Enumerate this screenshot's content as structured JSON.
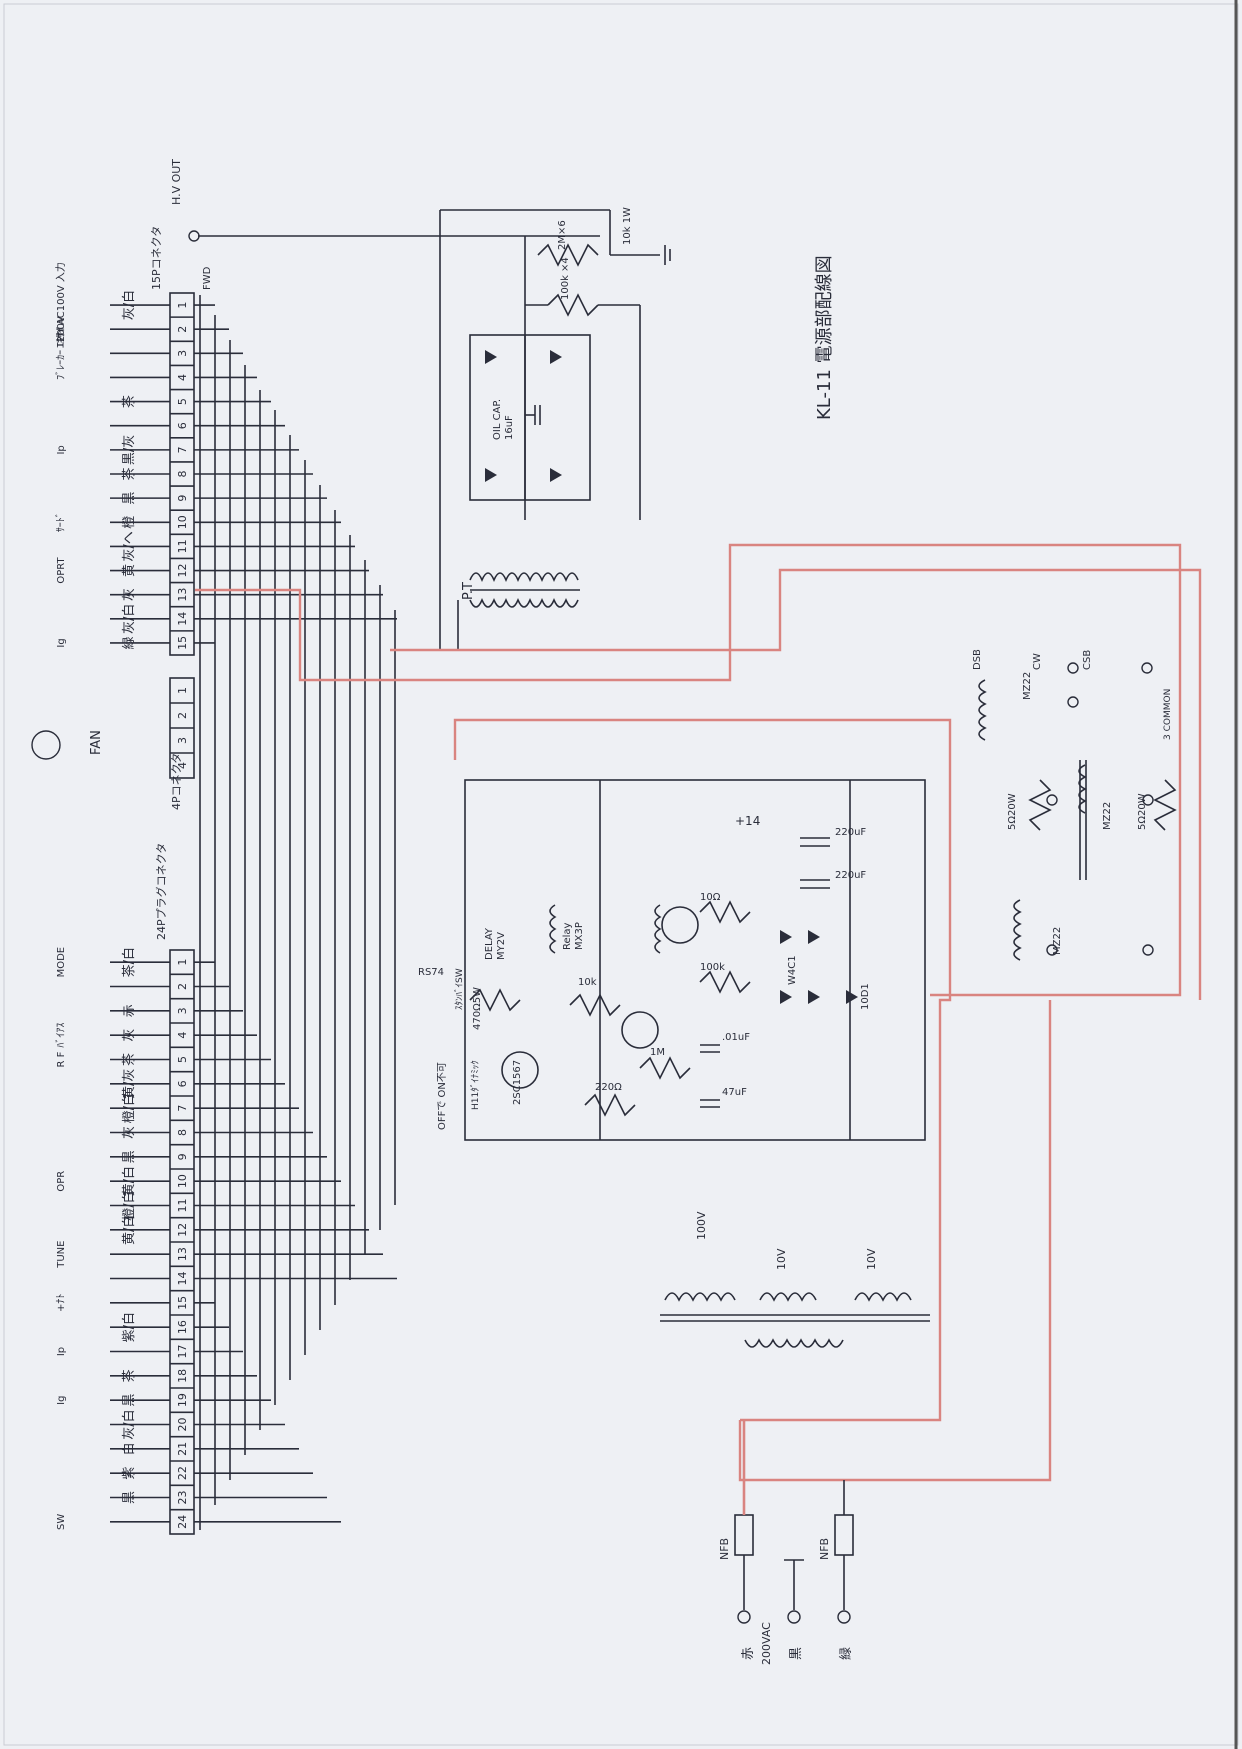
{
  "title": "KL-11 電源部配線図",
  "hv_out": "H.V OUT",
  "connectors": {
    "c15p": {
      "name": "15Pコネクタ",
      "pins": [
        "1",
        "2",
        "3",
        "4",
        "5",
        "6",
        "7",
        "8",
        "9",
        "10",
        "11",
        "12",
        "13",
        "14",
        "15"
      ],
      "tag": "FWD"
    },
    "c4p": {
      "name": "4Pコネクタ",
      "pins": [
        "1",
        "2",
        "3",
        "4"
      ],
      "fan": "FAN"
    },
    "c24p": {
      "name": "24Pプラグコネクタ",
      "label": "24P",
      "pins": [
        "1",
        "2",
        "3",
        "4",
        "5",
        "6",
        "7",
        "8",
        "9",
        "10",
        "11",
        "12",
        "13",
        "14",
        "15",
        "16",
        "17",
        "18",
        "19",
        "20",
        "21",
        "22",
        "23",
        "24"
      ]
    }
  },
  "wire_colors_15p": [
    "灰/白",
    "",
    "",
    "",
    "茶",
    "",
    "黒/灰",
    "茶",
    "黒",
    "橙",
    "灰/ヘ",
    "黄",
    "灰",
    "灰/白",
    "緑"
  ],
  "wire_colors_24p": [
    "茶/白",
    "",
    "赤",
    "灰",
    "茶",
    "黄/灰",
    "橙/白",
    "灰",
    "黒",
    "黄/白",
    "橙/白",
    "黄/白",
    "",
    "",
    "",
    "紫/白",
    "",
    "茶",
    "黒",
    "灰/白",
    "白",
    "紫",
    "黒",
    ""
  ],
  "side_labels_15p": [
    "ｴｷｻｲ AC100V 入力",
    "200V",
    "ﾌﾞﾚｰｶｰ ｴｷｻｲ",
    "",
    "",
    "",
    "Ip",
    "",
    "",
    "ｻｰﾄﾞ",
    "",
    "OPRT",
    "",
    "",
    "Ig"
  ],
  "side_labels_24p": [
    "MODE",
    "",
    "",
    "ﾊﾞｲｱｽ",
    "R F",
    "",
    "",
    "",
    "",
    "OPR",
    "",
    "",
    "TUNE",
    "",
    "+ﾅﾄ",
    "",
    "Ip",
    "",
    "Ig",
    "",
    "",
    "",
    "",
    "SW"
  ],
  "components": {
    "pt": "P.T",
    "oilcap": "OIL CAP.",
    "oilcap_val": "16uF",
    "r_2M": "2M×6",
    "r_100k": "100k ×4",
    "r_10k1w": "10k 1W",
    "relay_delay": "DELAY",
    "relay_delay_model": "MY2V",
    "relay_main": "Relay",
    "relay_main_model": "MX3P",
    "r_10": "10Ω",
    "r_10k": "10k",
    "r_100k2": "100k",
    "r_220": "220Ω",
    "r_1m": "1M",
    "c_01": ".01uF",
    "c_47": "47uF",
    "c_220a": "220uF",
    "c_220b": "220uF",
    "tr1": "2SC1567",
    "tr2": "H11ﾀﾞｲﾅﾐｯｸ",
    "r_470": "470Ω5W",
    "rs": "RS74",
    "rs_sw": "ｽﾀﾝﾊﾞｲSW",
    "bridge": "W4C1",
    "diode": "10D1",
    "mz22a": "MZ22",
    "mz22b": "MZ22",
    "mz22c": "MZ22",
    "r5a": "5Ω20W",
    "r5b": "5Ω20W",
    "common": "3 COMMON",
    "csb": "CSB",
    "dsb": "DSB",
    "cw": "CW",
    "v100": "100V",
    "v10a": "10V",
    "v10b": "10V",
    "nfb1": "NFB",
    "nfb2": "NFB",
    "ac": "200VAC",
    "offon": "OFFで ON不可",
    "plus14": "+14"
  },
  "mains": [
    "赤",
    "黒",
    "緑"
  ]
}
